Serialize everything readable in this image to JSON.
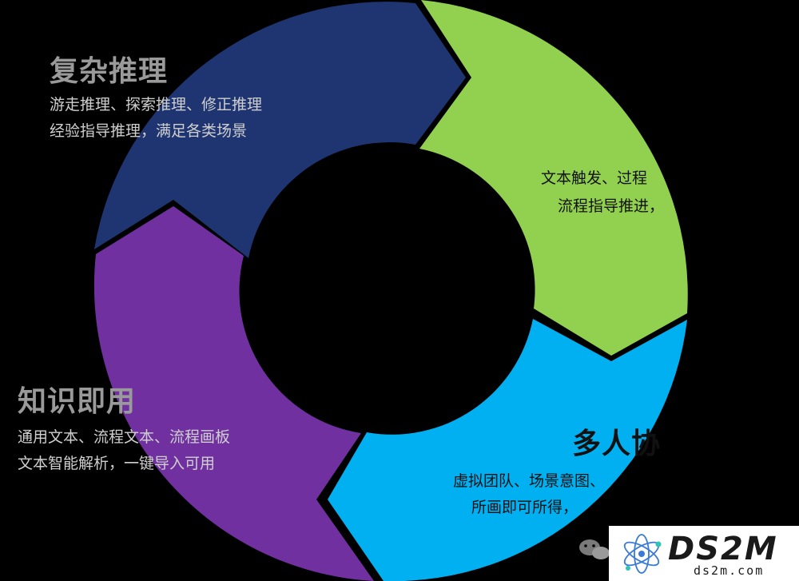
{
  "segments": {
    "reasoning": {
      "title": "复杂推理",
      "lines": [
        "游走推理、探索推理、修正推理",
        "经验指导推理，满足各类场景"
      ],
      "color": "#1f3571"
    },
    "process": {
      "lines": [
        "文本触发、过程",
        "流程指导推进，"
      ],
      "color": "#92d050"
    },
    "collab": {
      "title": "多人协",
      "lines": [
        "虚拟团队、场景意图、",
        "所画即可所得，"
      ],
      "color": "#00b0f0"
    },
    "knowledge": {
      "title": "知识即用",
      "lines": [
        "通用文本、流程文本、流程画板",
        "文本智能解析，一键导入可用"
      ],
      "color": "#7030a0"
    }
  },
  "watermark": {
    "main": "DS2M",
    "sub": "ds2m.com",
    "icon": "wechat-icon",
    "logo_icon": "atom-logo-icon",
    "color": "#1a1a1a"
  }
}
